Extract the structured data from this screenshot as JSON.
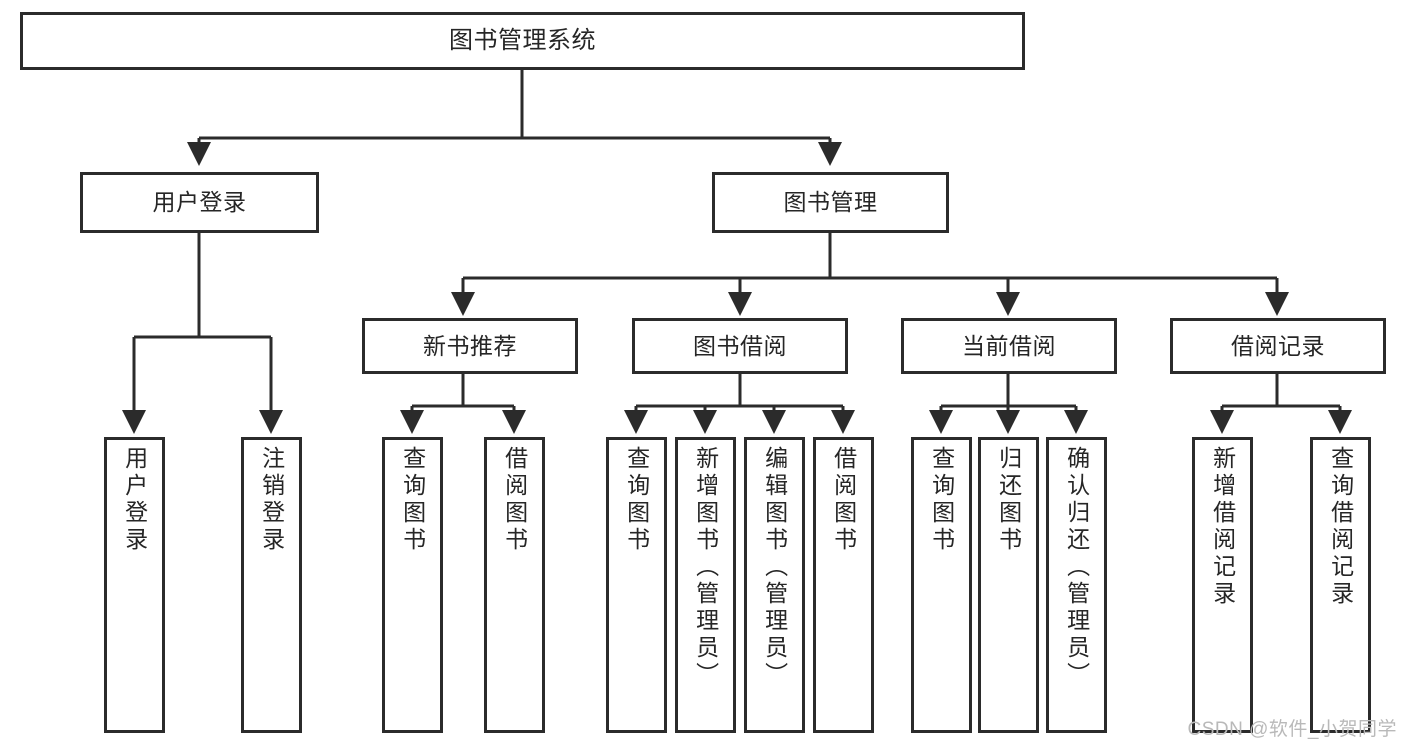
{
  "diagram": {
    "title": "图书管理系统",
    "watermark": "CSDN @软件_小贺同学",
    "colors": {
      "stroke": "#2b2b2b",
      "text": "#262626",
      "background": "#ffffff",
      "watermark": "#b9b9b9"
    },
    "nodes": {
      "root": {
        "label": "图书管理系统"
      },
      "level2": [
        {
          "label": "用户登录"
        },
        {
          "label": "图书管理"
        }
      ],
      "level3": [
        {
          "label": "新书推荐"
        },
        {
          "label": "图书借阅"
        },
        {
          "label": "当前借阅"
        },
        {
          "label": "借阅记录"
        }
      ],
      "leaves": {
        "user_login": [
          {
            "label": "用户登录"
          },
          {
            "label": "注销登录"
          }
        ],
        "new_book_recommend": [
          {
            "label": "查询图书"
          },
          {
            "label": "借阅图书"
          }
        ],
        "book_borrow": [
          {
            "label": "查询图书"
          },
          {
            "label": "新增图书（管理员）"
          },
          {
            "label": "编辑图书（管理员）"
          },
          {
            "label": "借阅图书"
          }
        ],
        "current_borrow": [
          {
            "label": "查询图书"
          },
          {
            "label": "归还图书"
          },
          {
            "label": "确认归还（管理员）"
          }
        ],
        "borrow_record": [
          {
            "label": "新增借阅记录"
          },
          {
            "label": "查询借阅记录"
          }
        ]
      }
    }
  }
}
